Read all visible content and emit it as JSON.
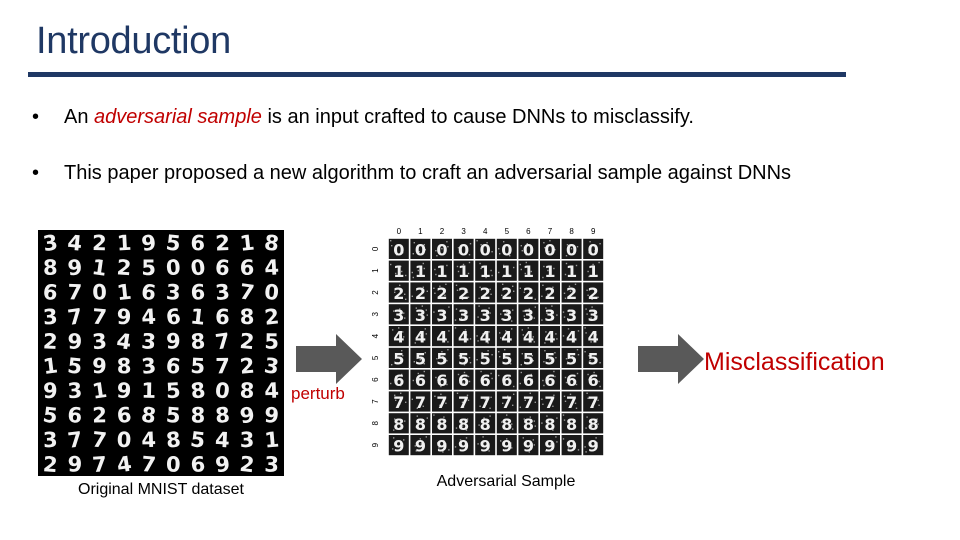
{
  "slide": {
    "title": "Introduction",
    "bullets": [
      {
        "marker": "•",
        "pre": "An ",
        "emphasis": "adversarial sample",
        "post": " is an input crafted to cause DNNs to misclassify."
      },
      {
        "marker": "•",
        "text": "This paper proposed a new algorithm to craft an adversarial sample against DNNs"
      }
    ]
  },
  "figure": {
    "mnist_caption": "Original MNIST dataset",
    "mnist_digits": [
      "34219562 18",
      "8912500664",
      "6701636370",
      "3779461682",
      "2934398725",
      "1598365723",
      "9319158084",
      "5626858899",
      "3770485431",
      "2974706923"
    ],
    "perturb_label": "perturb",
    "adversarial_caption": "Adversarial Sample",
    "adversarial_column_labels": [
      "0",
      "1",
      "2",
      "3",
      "4",
      "5",
      "6",
      "7",
      "8",
      "9"
    ],
    "adversarial_row_labels": [
      "0",
      "1",
      "2",
      "3",
      "4",
      "5",
      "6",
      "7",
      "8",
      "9"
    ],
    "adversarial_grid_digits": [
      "0000000000",
      "1111111111",
      "2222222222",
      "3333333333",
      "4444444444",
      "5555555555",
      "6666666666",
      "7777777777",
      "8888888888",
      "9999999999"
    ],
    "result_label": "Misclassification"
  },
  "colors": {
    "title": "#1f3864",
    "rule": "#1f3864",
    "accent": "#c00000",
    "arrow": "#595959"
  }
}
